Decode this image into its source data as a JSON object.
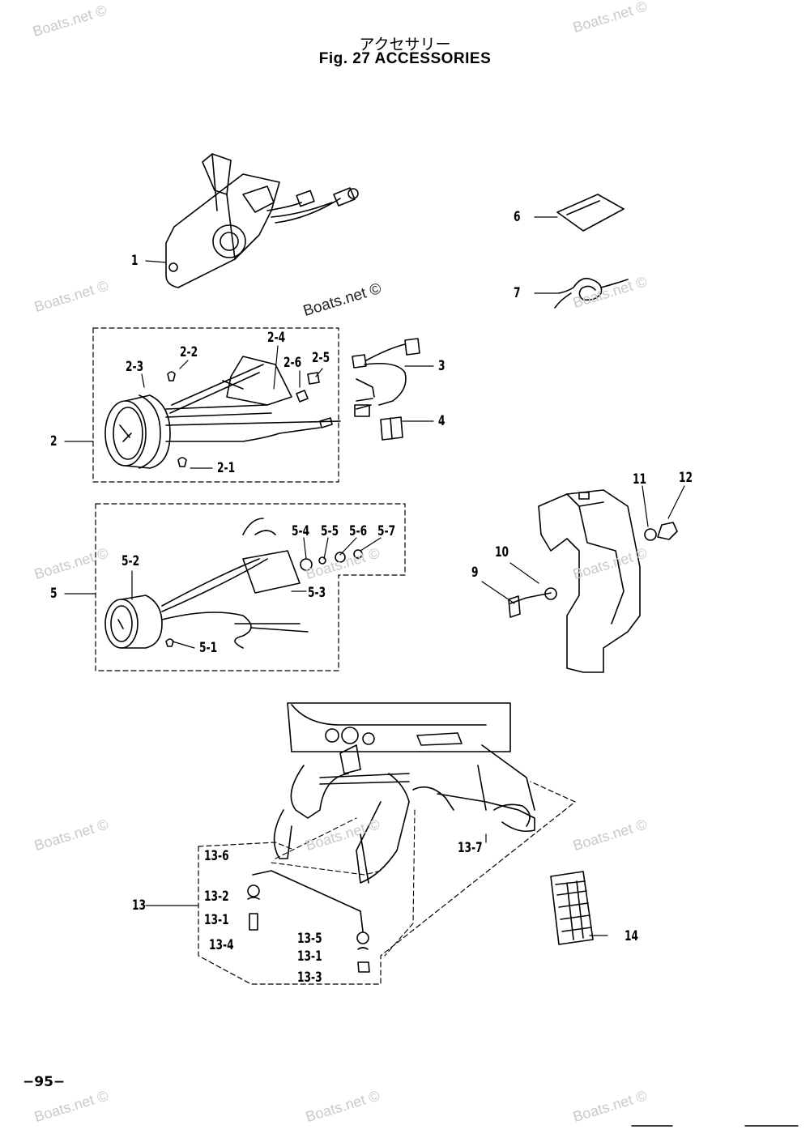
{
  "title_jp": "アクセサリー",
  "title_en": "Fig. 27   ACCESSORIES",
  "page_number": "−95−",
  "watermark": "Boats.net ©",
  "callouts": [
    {
      "id": "c1",
      "text": "1"
    },
    {
      "id": "c2",
      "text": "2"
    },
    {
      "id": "c2_1",
      "text": "2-1"
    },
    {
      "id": "c2_2",
      "text": "2-2"
    },
    {
      "id": "c2_3",
      "text": "2-3"
    },
    {
      "id": "c2_4",
      "text": "2-4"
    },
    {
      "id": "c2_5",
      "text": "2-5"
    },
    {
      "id": "c2_6",
      "text": "2-6"
    },
    {
      "id": "c3",
      "text": "3"
    },
    {
      "id": "c4",
      "text": "4"
    },
    {
      "id": "c5",
      "text": "5"
    },
    {
      "id": "c5_1",
      "text": "5-1"
    },
    {
      "id": "c5_2",
      "text": "5-2"
    },
    {
      "id": "c5_3",
      "text": "5-3"
    },
    {
      "id": "c5_4",
      "text": "5-4"
    },
    {
      "id": "c5_5",
      "text": "5-5"
    },
    {
      "id": "c5_6",
      "text": "5-6"
    },
    {
      "id": "c5_7",
      "text": "5-7"
    },
    {
      "id": "c6",
      "text": "6"
    },
    {
      "id": "c7",
      "text": "7"
    },
    {
      "id": "c9",
      "text": "9"
    },
    {
      "id": "c10",
      "text": "10"
    },
    {
      "id": "c11",
      "text": "11"
    },
    {
      "id": "c12",
      "text": "12"
    },
    {
      "id": "c13",
      "text": "13"
    },
    {
      "id": "c13_1a",
      "text": "13-1"
    },
    {
      "id": "c13_1b",
      "text": "13-1"
    },
    {
      "id": "c13_2",
      "text": "13-2"
    },
    {
      "id": "c13_3",
      "text": "13-3"
    },
    {
      "id": "c13_4",
      "text": "13-4"
    },
    {
      "id": "c13_5",
      "text": "13-5"
    },
    {
      "id": "c13_6",
      "text": "13-6"
    },
    {
      "id": "c13_7",
      "text": "13-7"
    },
    {
      "id": "c14",
      "text": "14"
    }
  ]
}
